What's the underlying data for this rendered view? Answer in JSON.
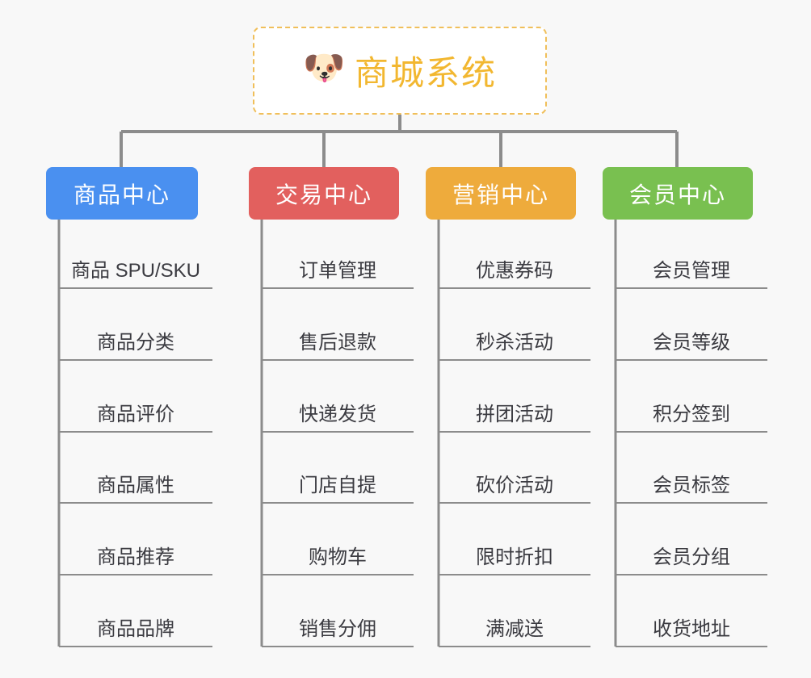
{
  "root": {
    "icon": "shiba-dog-emoji",
    "icon_glyph": "🐶",
    "title": "商城系统",
    "title_color": "#f2b730",
    "border_color": "#f0bf5a"
  },
  "background_color": "#f8f8f8",
  "connector_color": "#8c8c8c",
  "branches": [
    {
      "label": "商品中心",
      "color": "#4a90f0",
      "items": [
        "商品 SPU/SKU",
        "商品分类",
        "商品评价",
        "商品属性",
        "商品推荐",
        "商品品牌"
      ]
    },
    {
      "label": "交易中心",
      "color": "#e2605e",
      "items": [
        "订单管理",
        "售后退款",
        "快递发货",
        "门店自提",
        "购物车",
        "销售分佣"
      ]
    },
    {
      "label": "营销中心",
      "color": "#eeab3c",
      "items": [
        "优惠券码",
        "秒杀活动",
        "拼团活动",
        "砍价活动",
        "限时折扣",
        "满减送"
      ]
    },
    {
      "label": "会员中心",
      "color": "#79c050",
      "items": [
        "会员管理",
        "会员等级",
        "积分签到",
        "会员标签",
        "会员分组",
        "收货地址"
      ]
    }
  ]
}
